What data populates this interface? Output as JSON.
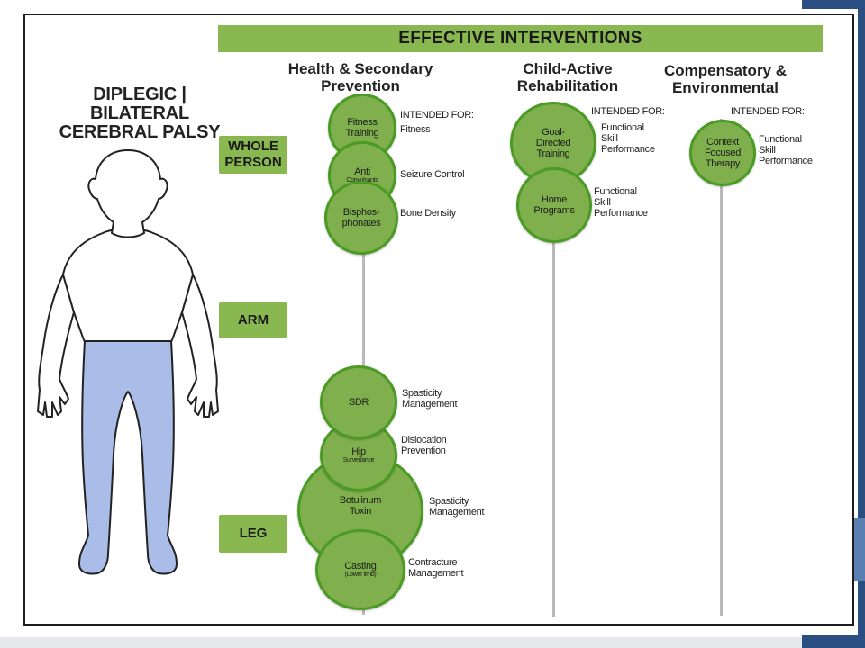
{
  "diagram_title": "DIPLEGIC | BILATERAL CEREBRAL PALSY",
  "banner": "EFFECTIVE INTERVENTIONS",
  "columns": [
    {
      "line1": "Health & Secondary",
      "line2": "Prevention"
    },
    {
      "line1": "Child-Active",
      "line2": "Rehabilitation"
    },
    {
      "line1": "Compensatory &",
      "line2": "Environmental"
    }
  ],
  "intended_label": "INTENDED FOR:",
  "rows": {
    "whole": [
      "WHOLE",
      "PERSON"
    ],
    "arm": "ARM",
    "leg": "LEG"
  },
  "interventions": {
    "fitness": {
      "lines": [
        "Fitness",
        "Training"
      ],
      "purpose": [
        "Fitness"
      ]
    },
    "anticonvulsants": {
      "line1": "Anti",
      "line2": "Convulsants",
      "purpose": [
        "Seizure Control"
      ]
    },
    "bisphosphonates": {
      "lines": [
        "Bisphos-",
        "phonates"
      ],
      "purpose": [
        "Bone Density"
      ]
    },
    "sdr": {
      "lines": [
        "SDR"
      ],
      "purpose": [
        "Spasticity",
        "Management"
      ]
    },
    "hip": {
      "line1": "Hip",
      "line2": "Surveillance",
      "purpose": [
        "Dislocation",
        "Prevention"
      ]
    },
    "botulinum": {
      "lines": [
        "Botulinum",
        "Toxin"
      ],
      "purpose": [
        "Spasticity",
        "Management"
      ]
    },
    "casting": {
      "line1": "Casting",
      "line2": "(Lower limb)",
      "purpose": [
        "Contracture",
        "Management"
      ]
    },
    "goal": {
      "lines": [
        "Goal-",
        "Directed",
        "Training"
      ],
      "purpose": [
        "Functional",
        "Skill",
        "Performance"
      ]
    },
    "home": {
      "lines": [
        "Home",
        "Programs"
      ],
      "purpose": [
        "Functional",
        "Skill",
        "Performance"
      ]
    },
    "context": {
      "lines": [
        "Context",
        "Focused",
        "Therapy"
      ],
      "purpose": [
        "Functional",
        "Skill",
        "Performance"
      ]
    }
  },
  "colors": {
    "accent_green": "#8ab850",
    "circle_fill": "#7fb04d",
    "circle_border": "#4a9a24",
    "affected_limbs": "#a9bde8",
    "frame_edge_blue": "#2b4f83"
  }
}
